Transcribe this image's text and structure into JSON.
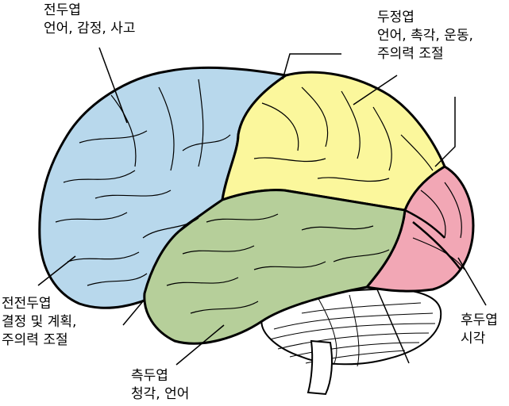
{
  "labels": {
    "frontal": {
      "name": "전두엽",
      "function": "언어, 감정, 사고"
    },
    "parietal": {
      "name": "두정엽",
      "function_line1": "언어, 촉각, 운동,",
      "function_line2": "주의력 조절"
    },
    "prefrontal": {
      "name": "전전두엽",
      "function_line1": "결정 및 계획,",
      "function_line2": "주의력 조절"
    },
    "occipital": {
      "name": "후두엽",
      "function": "시각"
    },
    "temporal": {
      "name": "측두엽",
      "function": "청각, 언어"
    }
  },
  "colors": {
    "frontal": "#b8d8ec",
    "parietal": "#fbf79c",
    "temporal": "#b6cf9a",
    "occipital": "#f2a7b5",
    "cerebellum": "#ffffff",
    "outline": "#000000"
  }
}
